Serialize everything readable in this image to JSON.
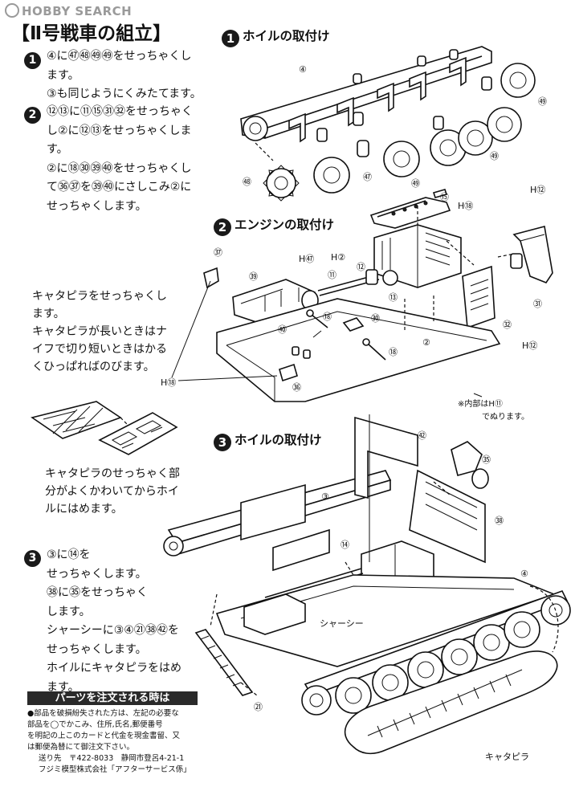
{
  "watermark": "HOBBY SEARCH",
  "title": "【Ⅱ号戦車の組立】",
  "steps": [
    {
      "num": "1",
      "lines": [
        "④に㊼㊽㊾㊾をせっちゃくし",
        "ます。",
        "③も同じようにくみたてます。"
      ]
    },
    {
      "num": "2",
      "lines": [
        "⑫⑬に⑪⑮㉛㉜をせっちゃく",
        "し②に⑫⑬をせっちゃくしま",
        "す。",
        "②に⑱㉚㊴㊵をせっちゃくし",
        "て㊱㊲を㊴㊵にさしこみ②に",
        "せっちゃくします。"
      ]
    },
    {
      "num": "3",
      "lines": [
        "③に⑭を",
        "せっちゃくします。",
        "㊳に㉟をせっちゃく",
        "します。",
        "シャーシーに③④㉑㊳㊷を",
        "せっちゃくします。",
        "ホイルにキャタピラをはめ",
        "ます。"
      ]
    }
  ],
  "notes": {
    "track_tip": [
      "キャタピラをせっちゃくし",
      "ます。",
      "キャタピラが長いときはナ",
      "イフで切り短いときはかる",
      "くひっぱればのびます。"
    ],
    "track_glue": [
      "キャタピラのせっちゃく部",
      "分がよくかわいてからホイ",
      "ルにはめます。"
    ]
  },
  "sections": {
    "wheel1": {
      "num": "1",
      "label": "ホイルの取付け"
    },
    "engine": {
      "num": "2",
      "label": "エンジンの取付け"
    },
    "wheel2": {
      "num": "3",
      "label": "ホイルの取付け"
    }
  },
  "part_labels": {
    "p4": "④",
    "p52": "㊾",
    "p49a": "㊾",
    "p48": "㊽",
    "p47": "㊼",
    "p49b": "㊾",
    "p15": "⑮",
    "h12a": "H⑫",
    "h18a": "H⑱",
    "h47": "H㊼",
    "h2": "H②",
    "p12": "⑫",
    "p37": "㊲",
    "p39": "㊴",
    "p11": "⑪",
    "p13": "⑬",
    "p31": "㉛",
    "p32": "㉜",
    "p40": "㊵",
    "p18a": "⑱",
    "p30": "㉚",
    "h12b": "H⑫",
    "p2": "②",
    "p18b": "⑱",
    "h18b": "H⑱",
    "p36": "㊱",
    "inside": "※内部はH⑪",
    "inside2": "でぬります。",
    "p42": "㊷",
    "p35": "㉟",
    "p3": "③",
    "p38": "㊳",
    "p14": "⑭",
    "p4b": "④",
    "chassis": "シャーシー",
    "p21": "㉑",
    "tracks": "キャタピラ"
  },
  "order": {
    "heading": "パーツを注文される時は",
    "lines": [
      "●部品を破損紛失された方は、左記の必要な",
      "部品を◯でかこみ、住所,氏名,郵便番号",
      "を明記の上このカードと代金を現金書留、又",
      "は郵便為替にて御注文下さい。",
      "送り先　〒422-8033　静岡市登呂4-21-1",
      "フジミ模型株式会社「アフターサービス係」"
    ]
  }
}
